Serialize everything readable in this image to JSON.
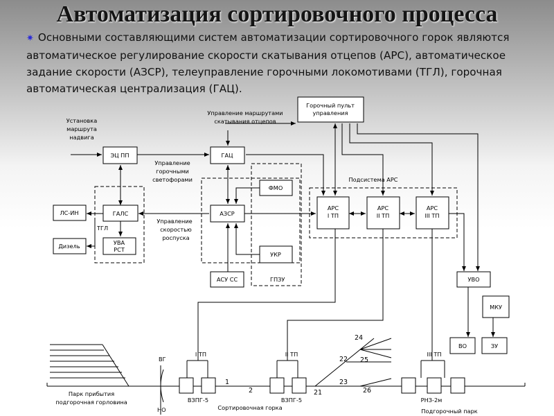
{
  "slide": {
    "title": "Автоматизация сортировочного процесса",
    "paragraph": "Основными составляющими систем автоматизации сортировочного горок являются автоматическое регулирование скорости скатывания отцепов (АРС), автоматическое задание скорости (АЗСР), телеуправление горочными локомотивами (ТГЛ), горочная автоматическая централизация (ГАЦ)."
  },
  "diagram": {
    "blocks": {
      "console1": "Горочный пульт",
      "console2": "управления",
      "ets": "ЭЦ ПП",
      "gac": "ГАЦ",
      "fmo": "ФМО",
      "gals": "ГАЛС",
      "azsr": "АЗСР",
      "ls_in": "ЛС-ИН",
      "diesel": "Дизель",
      "uva1": "УВА",
      "uva2": "РСТ",
      "ukr": "УКР",
      "asu": "АСУ СС",
      "ars1a": "АРС",
      "ars1b": "I ТП",
      "ars2a": "АРС",
      "ars2b": "II ТП",
      "ars3a": "АРС",
      "ars3b": "III ТП",
      "uvo": "УВО",
      "mku": "МКУ",
      "vo": "ВО",
      "zu": "ЗУ"
    },
    "labels": {
      "route1": "Установка",
      "route2": "маршрута",
      "route3": "надвига",
      "mgmt_routes1": "Управление маршрутами",
      "mgmt_routes2": "скатывания отцепов",
      "signals1": "Управление",
      "signals2": "горочными",
      "signals3": "светофорами",
      "speed1": "Управление",
      "speed2": "скоростью",
      "speed3": "роспуска",
      "tgl": "ТГЛ",
      "gpzu": "ГПЗУ",
      "ars_subsystem": "Подсистема АРС",
      "tp1": "I ТП",
      "tp2": "II ТП",
      "tp3": "III ТП",
      "vg": "ВГ",
      "no": "НО",
      "park_arr1": "Парк прибытия",
      "park_arr2": "подгорочная горловина",
      "vzpg1": "ВЗПГ-5",
      "vzpg2": "ВЗПГ-5",
      "sort_hill": "Сортировочная горка",
      "rnz": "РНЗ-2м",
      "sort_park": "Подгорочный парк",
      "n1": "1",
      "n2": "2",
      "n21": "21",
      "n22": "22",
      "n23": "23",
      "n24": "24",
      "n25": "25",
      "n26": "26"
    }
  }
}
